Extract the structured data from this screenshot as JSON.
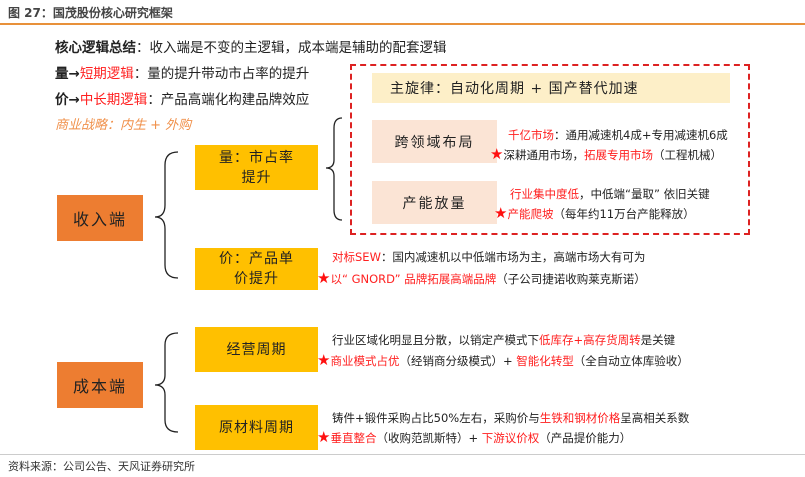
{
  "title": "图 27：国茂股份核心研究框架",
  "summary": {
    "core_label": "核心逻辑总结",
    "core_text": "：收入端是不变的主逻辑，成本端是辅助的配套逻辑",
    "vol_prefix": "量→",
    "vol_label": "短期逻辑",
    "vol_text": "：量的提升带动市占率的提升",
    "price_prefix": "价→",
    "price_label": "中长期逻辑",
    "price_text": "：产品高端化构建品牌效应",
    "strategy": "商业战略：内生 + 外购"
  },
  "nodes": {
    "revenue": "收入端",
    "cost": "成本端",
    "volume": "量：市占率提升",
    "price": "价：产品单价提升",
    "operation": "经营周期",
    "material": "原材料周期",
    "theme": "主旋律：自动化周期 + 国产替代加速",
    "cross": "跨领域布局",
    "capacity": "产能放量"
  },
  "details": {
    "cross_l1_red": "千亿市场",
    "cross_l1": "：通用减速机4成+专用减速机6成",
    "cross_l2": "深耕通用市场，",
    "cross_l2_red": "拓展专用市场",
    "cross_l2_end": "（工程机械）",
    "cap_l1_red": "行业集中度低",
    "cap_l1": "，中低端“量取” 依旧关键",
    "cap_l2_red": "产能爬坡",
    "cap_l2": "（每年约11万台产能释放）",
    "price_l1_red": "对标SEW",
    "price_l1": "：国内减速机以中低端市场为主，高端市场大有可为",
    "price_l2_red": "以“ GNORD” 品牌拓展高端品牌",
    "price_l2": "（子公司捷诺收购莱克斯诺）",
    "op_l1": "行业区域化明显且分散，以销定产模式下",
    "op_l1_red": "低库存+高存货周转",
    "op_l1_end": "是关键",
    "op_l2_red": "商业模式占优",
    "op_l2": "（经销商分级模式）+ ",
    "op_l2_red2": "智能化转型",
    "op_l2_end": "（全自动立体库验收）",
    "mat_l1": "铸件+锻件采购占比50%左右，采购价与",
    "mat_l1_red": "生铁和钢材价格",
    "mat_l1_end": "呈高相关系数",
    "mat_l2_red": "垂直整合",
    "mat_l2": "（收购范凯斯特）+ ",
    "mat_l2_red2": "下游议价权",
    "mat_l2_end": "（产品提价能力）"
  },
  "star": "★",
  "footer": "资料来源：公司公告、天风证券研究所"
}
